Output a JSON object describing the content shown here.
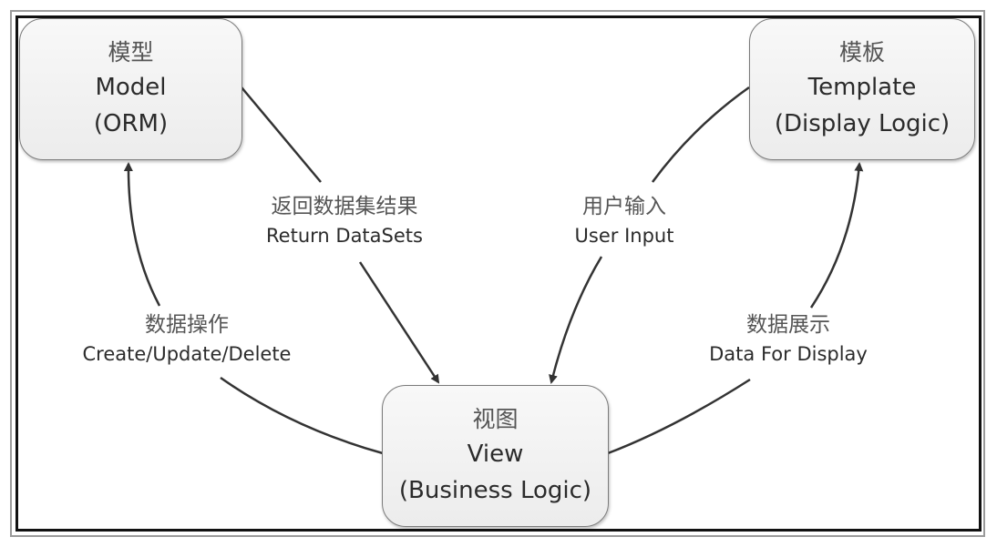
{
  "diagram": {
    "title": "MTV Architecture",
    "nodes": {
      "model": {
        "zh": "模型",
        "en": "Model",
        "sub": "(ORM)"
      },
      "template": {
        "zh": "模板",
        "en": "Template",
        "sub": "(Display Logic)"
      },
      "view": {
        "zh": "视图",
        "en": "View",
        "sub": "(Business Logic)"
      }
    },
    "edges": {
      "return_datasets": {
        "zh": "返回数据集结果",
        "en": "Return DataSets",
        "from": "model",
        "to": "view"
      },
      "user_input": {
        "zh": "用户输入",
        "en": "User Input",
        "from": "template",
        "to": "view"
      },
      "data_ops": {
        "zh": "数据操作",
        "en": "Create/Update/Delete",
        "from": "view",
        "to": "model"
      },
      "data_display": {
        "zh": "数据展示",
        "en": "Data For Display",
        "from": "view",
        "to": "template"
      }
    },
    "colors": {
      "stroke": "#333333",
      "node_border": "#7a7a7a",
      "frame": "#111111"
    }
  }
}
